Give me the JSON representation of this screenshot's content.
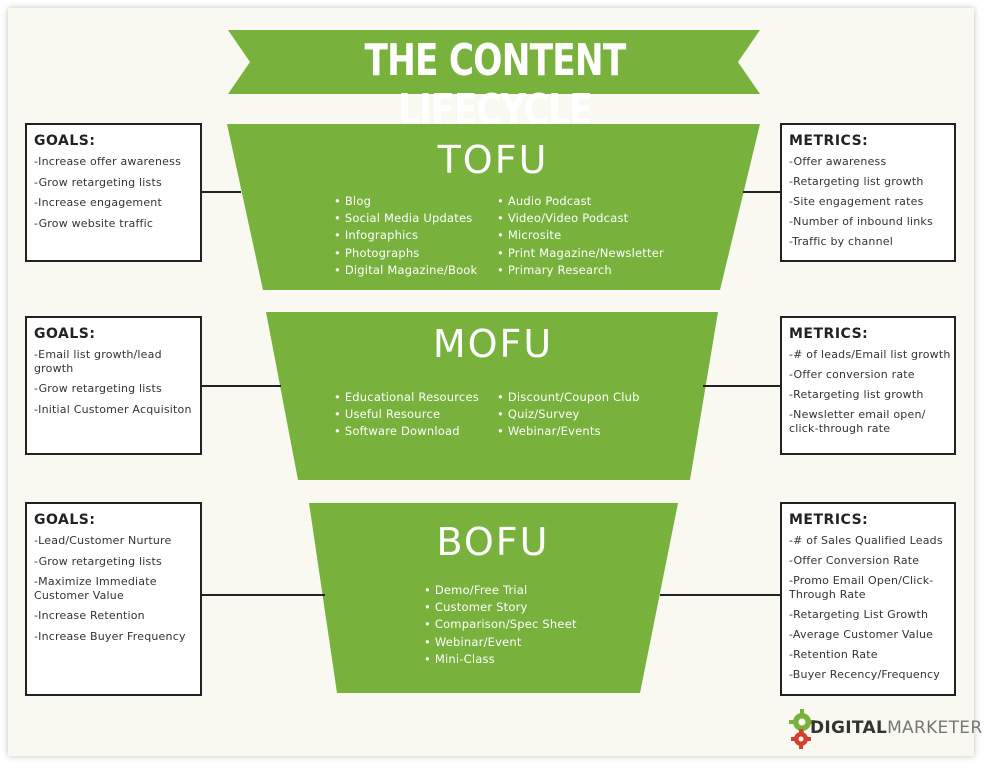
{
  "title": "THE CONTENT LIFECYCLE",
  "colors": {
    "green": "#78b23c",
    "background": "#f9f9f1",
    "border": "#222222"
  },
  "stages": [
    {
      "name": "TOFU",
      "tactics_left": [
        "Blog",
        "Social Media Updates",
        "Infographics",
        "Photographs",
        "Digital Magazine/Book"
      ],
      "tactics_right": [
        "Audio Podcast",
        "Video/Video Podcast",
        "Microsite",
        "Print Magazine/Newsletter",
        "Primary Research"
      ],
      "goals": {
        "heading": "GOALS:",
        "items": [
          "-Increase offer awareness",
          "-Grow retargeting lists",
          "-Increase engagement",
          "-Grow website traffic"
        ]
      },
      "metrics": {
        "heading": "METRICS:",
        "items": [
          "-Offer awareness",
          "-Retargeting list growth",
          "-Site engagement rates",
          "-Number of inbound links",
          "-Traffic by channel"
        ]
      }
    },
    {
      "name": "MOFU",
      "tactics_left": [
        "Educational Resources",
        "Useful Resource",
        "Software Download"
      ],
      "tactics_right": [
        "Discount/Coupon Club",
        "Quiz/Survey",
        "Webinar/Events"
      ],
      "goals": {
        "heading": "GOALS:",
        "items": [
          "-Email list growth/lead growth",
          "-Grow retargeting lists",
          "-Initial Customer Acquisiton"
        ]
      },
      "metrics": {
        "heading": "METRICS:",
        "items": [
          "-# of leads/Email list growth",
          "-Offer conversion rate",
          "-Retargeting list growth",
          "-Newsletter email open/ click-through rate"
        ]
      }
    },
    {
      "name": "BOFU",
      "tactics": [
        "Demo/Free Trial",
        "Customer Story",
        "Comparison/Spec Sheet",
        "Webinar/Event",
        "Mini-Class"
      ],
      "goals": {
        "heading": "GOALS:",
        "items": [
          "-Lead/Customer Nurture",
          "-Grow retargeting lists",
          "-Maximize Immediate Customer Value",
          "-Increase Retention",
          "-Increase Buyer Frequency"
        ]
      },
      "metrics": {
        "heading": "METRICS:",
        "items": [
          "-# of Sales Qualified Leads",
          "-Offer Conversion Rate",
          "-Promo Email Open/Click-Through Rate",
          "-Retargeting List Growth",
          "-Average Customer Value",
          "-Retention Rate",
          "-Buyer Recency/Frequency"
        ]
      }
    }
  ],
  "logo": {
    "bold": "DIGITAL",
    "light": "MARKETER",
    "icon": "gear-icon"
  }
}
